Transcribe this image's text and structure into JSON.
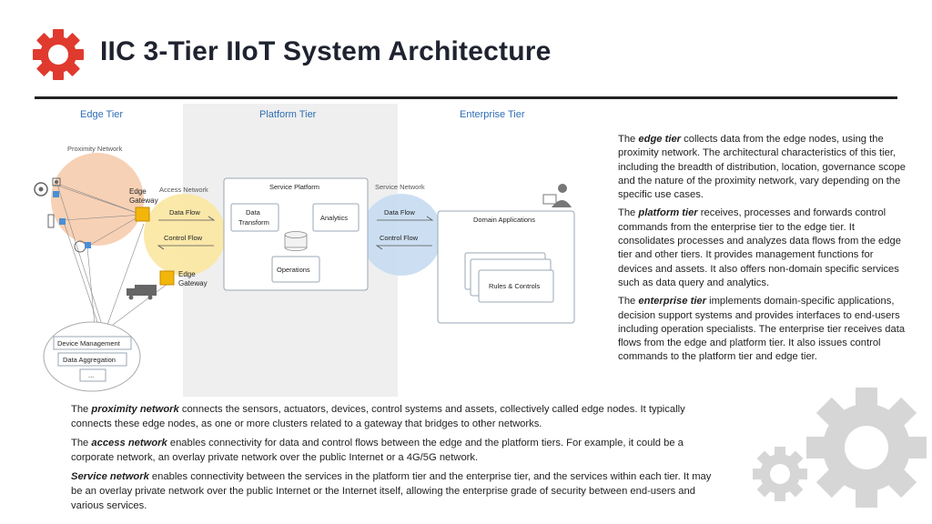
{
  "title": "IIC 3-Tier IIoT System Architecture",
  "colors": {
    "accent_gear": "#e03a2e",
    "grey_gear": "#d6d6d6",
    "tier_blue": "#2f6db5",
    "edge_circle": "#f6c9a8",
    "access_circle": "#fbe7a1",
    "service_circle": "#c7dcf1"
  },
  "diagram": {
    "tiers": {
      "edge": "Edge Tier",
      "platform": "Platform Tier",
      "enterprise": "Enterprise Tier"
    },
    "networks": {
      "proximity": "Proximity Network",
      "access": "Access Network",
      "service": "Service Network"
    },
    "edge_gateway_1": [
      "Edge",
      "Gateway"
    ],
    "edge_gateway_2": [
      "Edge",
      "Gateway"
    ],
    "access_flows": {
      "data_flow": "Data Flow",
      "control_flow": "Control Flow"
    },
    "service_flows": {
      "data_flow": "Data Flow",
      "control_flow": "Control Flow"
    },
    "service_platform": {
      "title": "Service Platform",
      "data_transform": [
        "Data",
        "Transform"
      ],
      "analytics": "Analytics",
      "operations": "Operations"
    },
    "domain_applications": "Domain Applications",
    "rules_controls": "Rules & Controls",
    "management": {
      "device_management": "Device Management",
      "data_aggregation": "Data Aggregation",
      "more": "..."
    }
  },
  "description": {
    "edge": {
      "pre": "The ",
      "kw": "edge tier",
      "post": " collects data from the edge nodes, using the proximity network. The architectural characteristics of this tier, including the breadth of distribution, location, governance scope and the nature of the proximity network, vary depending on the specific use cases."
    },
    "platform": {
      "pre": "The ",
      "kw": "platform tier",
      "post": " receives, processes and forwards control commands from the enterprise tier to the edge tier. It consolidates processes and analyzes data flows from the edge tier and other tiers. It provides management functions for devices and assets. It also offers non-domain specific services such as data query and analytics."
    },
    "enterprise": {
      "pre": "The ",
      "kw": "enterprise tier",
      "post": " implements domain-specific applications, decision support systems and provides interfaces to end-users including operation specialists. The enterprise tier receives data flows from the edge and platform tier. It also issues control commands to the platform tier and edge tier."
    }
  },
  "networks_text": {
    "proximity": {
      "pre": "The ",
      "kw": "proximity network",
      "post": " connects the sensors, actuators, devices, control systems and assets, collectively called edge nodes. It typically connects these edge nodes, as one or more clusters related to a gateway that bridges to other networks."
    },
    "access": {
      "pre": "The ",
      "kw": "access network",
      "post": " enables connectivity for data and control flows between the edge and the platform tiers. For example, it could be a corporate network, an overlay private network over the public Internet or a 4G/5G network."
    },
    "service": {
      "pre": "",
      "kw": "Service network",
      "post": " enables connectivity between the services in the platform tier and the enterprise tier, and the services within each tier. It may be an overlay private network over the public Internet or the Internet itself, allowing the enterprise grade of security between end-users and various services."
    }
  }
}
